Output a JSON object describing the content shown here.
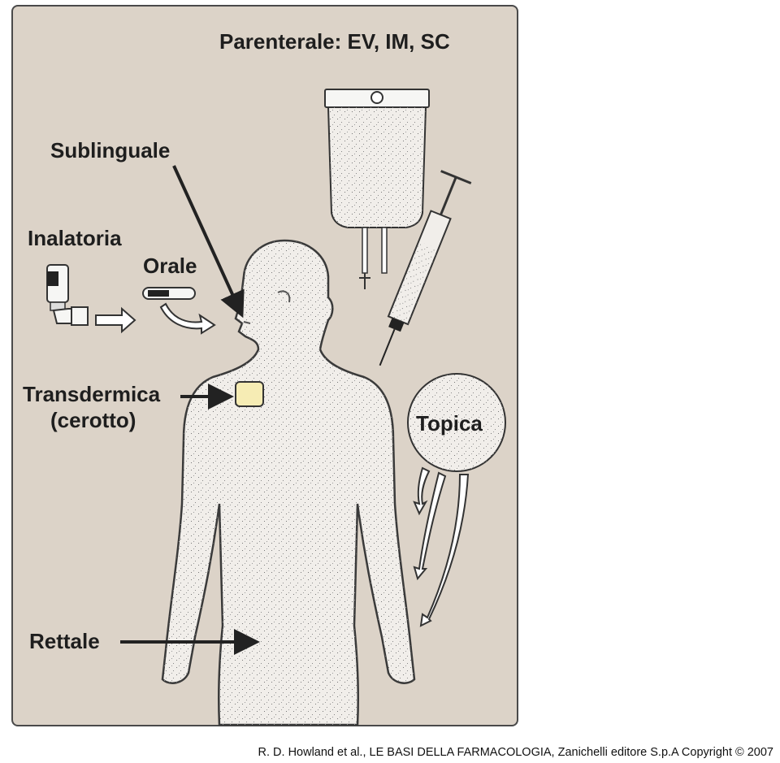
{
  "labels": {
    "parenterale": "Parenterale: EV, IM, SC",
    "sublinguale": "Sublinguale",
    "inalatoria": "Inalatoria",
    "orale": "Orale",
    "transdermica": "Transdermica",
    "cerotto": "(cerotto)",
    "topica": "Topica",
    "rettale": "Rettale"
  },
  "credit": "R. D. Howland et al., LE BASI DELLA FARMACOLOGIA,  Zanichelli editore S.p.A Copyright © 2007",
  "colors": {
    "panel_bg": "#dcd3c8",
    "body_fill": "#f1eeea",
    "outline": "#3a3a3a",
    "patch": "#f6ecb4"
  }
}
